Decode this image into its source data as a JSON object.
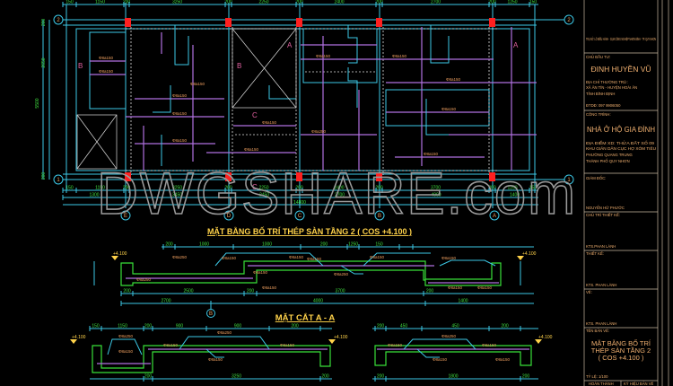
{
  "drawing": {
    "plan_title": "MẶT BẰNG BỐ TRÍ THÉP SÀN TẦNG 2 ( COS +4.100 )",
    "section_title": "MẶT CẮT A - A",
    "watermark": "DWGSHARE.com",
    "axes_rows": [
      "2",
      "1"
    ],
    "axes_cols": [
      "E",
      "D",
      "C",
      "B",
      "A"
    ],
    "section_labels": [
      "A",
      "A",
      "B",
      "B",
      "C",
      "C"
    ],
    "rebar_labels": [
      "Φ8a150",
      "Φ8a150",
      "Φ8a150",
      "Φ8a150",
      "Φ8a150",
      "Φ8a150",
      "Φ8a150",
      "Φ8a150",
      "Φ8a150",
      "Φ8a150",
      "Φ8a150",
      "Φ8a150",
      "Φ8a250",
      "Φ8a150",
      "Φ8a150",
      "Φ8a150",
      "Φ8a150",
      "Φ8a150",
      "Φ8a250",
      "Φ8a150",
      "Φ8a150",
      "Φ8a250",
      "Φ8a150",
      "Φ8a150"
    ],
    "plan_dims_top": [
      "150",
      "1150",
      "200",
      "3250",
      "200",
      "2250",
      "200",
      "2400",
      "200",
      "2700",
      "200",
      "1250",
      "150"
    ],
    "plan_dims_bottom": [
      "150",
      "1150",
      "200",
      "3250",
      "200",
      "2250",
      "200",
      "2400",
      "200",
      "3700",
      "200",
      "1250",
      "150"
    ],
    "plan_dims_axes": [
      "1300",
      "3450",
      "2450",
      "2700",
      "4000",
      "1400"
    ],
    "plan_dims_total": "14800",
    "plan_dims_side": [
      "200",
      "2650",
      "5500",
      "200"
    ],
    "level_mark": "+4.100",
    "section_dims_top": [
      "200",
      "1000",
      "1000",
      "200",
      "1250",
      "150"
    ],
    "section_dims_bottom": [
      "200",
      "2500",
      "200",
      "3700",
      "200"
    ],
    "section_dims_axes": [
      "2700",
      "4000",
      "1400"
    ],
    "section2_dims_top": [
      "150",
      "1150",
      "200",
      "900",
      "900",
      "200"
    ],
    "section2_dims_bottom": [
      "200",
      "3250",
      "200"
    ],
    "section3_dims_top": [
      "200",
      "450",
      "450",
      "200"
    ],
    "section3_dims_bottom": [
      "200",
      "1800",
      "200"
    ]
  },
  "title_block": {
    "office": "TRỤ SỞ: LÔ ĐIỀU HÀNH - CỤM CÔNG NGHIỆP NHƠN BÌNH - TP. QUY NHƠN",
    "owner_label": "CHỦ ĐẦU TƯ:",
    "owner_name": "ĐINH HUYỀN VŨ",
    "address_label": "ĐỊA CHỈ THƯỜNG TRÚ :",
    "address_line1": "XÃ ÂN TÍN - HUYỆN HOÀI ÂN",
    "address_line2": "TỈNH BÌNH ĐỊNH",
    "phone": "ĐTDĐ:      097 9906050",
    "project_label": "CÔNG TRÌNH:",
    "project_name": "NHÀ Ở HỘ GIA ĐÌNH",
    "site_line1": "ĐỊA ĐIỂM XD:   THỬA ĐẤT SỐ 09",
    "site_line2": "KHU GIÃN DÂN CỤC HỢ XÓM TIÊU",
    "site_line3": "PHƯỜNG QUANG TRUNG",
    "site_line4": "THÀNH PHỐ QUY NHƠN",
    "director_label": "GIÁM ĐỐC:",
    "director_name": "NGUYỄN HỮ PHƯỚC",
    "chief_label": "CHỦ TRÌ THIẾT KẾ:",
    "chief_name": "KTS.PHAN LÀNH",
    "designer_label": "THIẾT KẾ:",
    "designer_name": "KTS. PHAN LÀNH",
    "drafter_label": "VẼ:",
    "drafter_name": "KTS. PHAN LÀNH",
    "drawing_name_label": "TÊN BẢN VẼ:",
    "drawing_name_1": "MẶT BẰNG BỐ TRÍ",
    "drawing_name_2": "THÉP SÀN TẦNG 2",
    "drawing_name_3": "( COS +4.100 )",
    "scale": "TỶ LỆ: 1/100",
    "completed_label": "HOÀN THÀNH",
    "sheet_label": "KÝ HIỆU BẢN VẼ"
  },
  "colors": {
    "background": "#000000",
    "axis_lines": "#3cc8e6",
    "concrete_outline": "#38e038",
    "rebar": "#b070e0",
    "columns": "#ff2020",
    "titles": "#ffd24a",
    "annotations": "#f0a060"
  }
}
